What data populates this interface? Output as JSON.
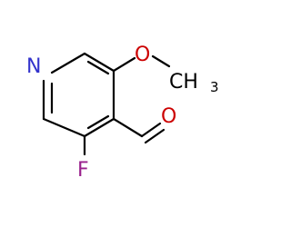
{
  "molecule": {
    "atoms": {
      "nitrogen": "N",
      "oxygen_methoxy": "O",
      "methyl_carbon": "CH",
      "methyl_subscript": "3",
      "oxygen_carbonyl": "O",
      "fluorine": "F"
    },
    "colors": {
      "bond": "#000000",
      "nitrogen": "#3333cc",
      "oxygen": "#cc0000",
      "fluorine": "#99208c",
      "carbon": "#000000"
    }
  }
}
